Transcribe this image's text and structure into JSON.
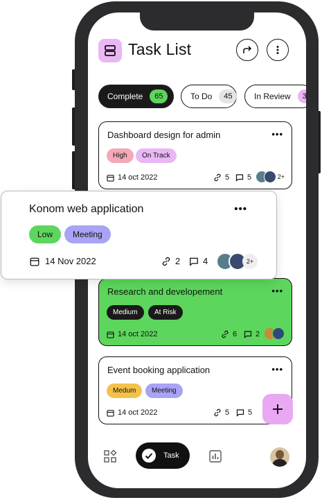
{
  "header": {
    "title": "Task List"
  },
  "tabs": [
    {
      "label": "Complete",
      "count": "65"
    },
    {
      "label": "To Do",
      "count": "45"
    },
    {
      "label": "In Review",
      "count": "3"
    }
  ],
  "cards": [
    {
      "title": "Dashboard design for admin",
      "tags": [
        "High",
        "On Track"
      ],
      "date": "14 oct 2022",
      "links": "5",
      "comments": "5",
      "more": "2+"
    },
    {
      "title": "Research and developement",
      "tags": [
        "Medium",
        "At Risk"
      ],
      "date": "14 oct 2022",
      "links": "6",
      "comments": "2"
    },
    {
      "title": "Event booking application",
      "tags": [
        "Medum",
        "Meeting"
      ],
      "date": "14 oct 2022",
      "links": "5",
      "comments": "5"
    }
  ],
  "popup": {
    "title": "Konom web application",
    "tags": [
      "Low",
      "Meeting"
    ],
    "date": "14 Nov 2022",
    "links": "2",
    "comments": "4",
    "more": "2+"
  },
  "nav": {
    "task_label": "Task"
  },
  "colors": {
    "accent_pink": "#e9b7f3",
    "complete_green": "#5cd65c",
    "meeting_purple": "#a8a3f5",
    "medium_yellow": "#f4c24a"
  },
  "icons": [
    "layout-icon",
    "share-icon",
    "more-vertical-icon",
    "calendar-icon",
    "link-icon",
    "comment-icon",
    "plus-icon",
    "grid-icon",
    "check-circle-icon",
    "chart-icon"
  ]
}
